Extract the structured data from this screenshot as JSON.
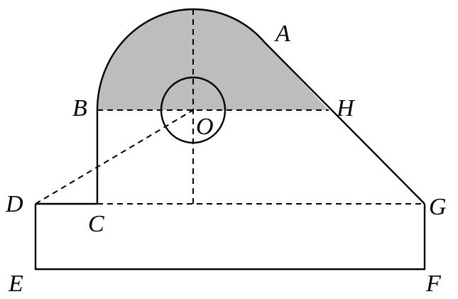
{
  "diagram": {
    "colors": {
      "stroke": "#000000",
      "shade": "#bdbdbd",
      "background": "#ffffff"
    },
    "labels": {
      "A": "A",
      "B": "B",
      "H": "H",
      "O": "O",
      "D": "D",
      "C": "C",
      "G": "G",
      "E": "E",
      "F": "F"
    }
  }
}
